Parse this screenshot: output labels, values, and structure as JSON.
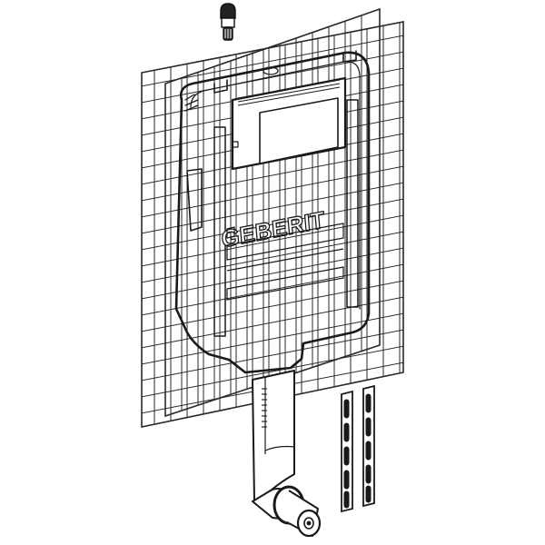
{
  "figure": {
    "brand": "GEBERIT",
    "colors": {
      "line": "#1a1a1a",
      "background": "#ffffff",
      "grid": "#2a2a2a"
    },
    "components": [
      {
        "id": "angle-valve-connector",
        "label": "Water connection fitting"
      },
      {
        "id": "mesh-panel-back",
        "label": "Plaster mesh panel (back)"
      },
      {
        "id": "mesh-panel-front",
        "label": "Plaster mesh panel (front)"
      },
      {
        "id": "cistern-body",
        "label": "Concealed cistern body"
      },
      {
        "id": "actuator-opening",
        "label": "Flush plate opening"
      },
      {
        "id": "flush-pipe",
        "label": "Flush pipe with scale"
      },
      {
        "id": "flush-bend",
        "label": "Flush bend with connector"
      },
      {
        "id": "fixing-strips",
        "label": "Fixing strips (2)"
      }
    ]
  }
}
